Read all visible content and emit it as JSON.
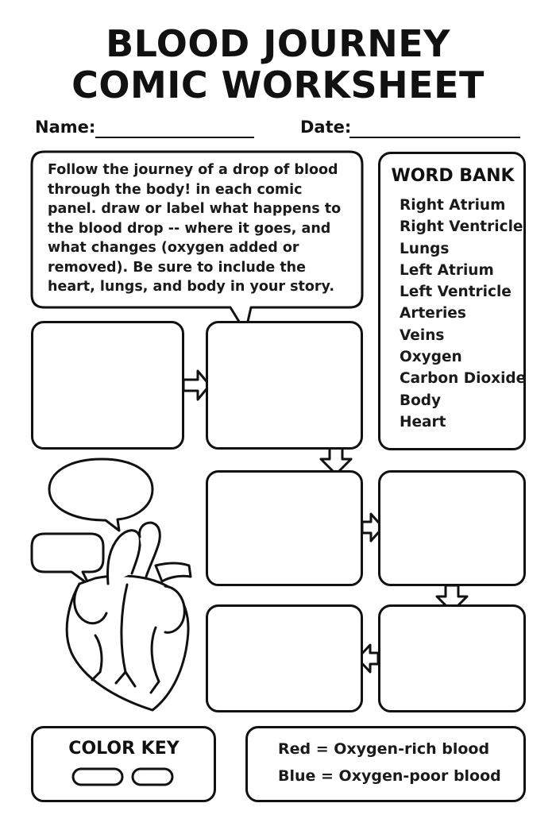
{
  "title": {
    "line1": "BLOOD JOURNEY",
    "line2": "COMIC WORKSHEET"
  },
  "fields": {
    "name_label": "Name:",
    "date_label": "Date:"
  },
  "instructions": "Follow the journey of a drop of blood through the body! in each comic panel. draw or label what happens to the blood drop -- where it goes, and what changes (oxygen added or removed). Be sure to include the heart, lungs, and body in your story.",
  "word_bank": {
    "title": "WORD BANK",
    "words": [
      "Right Atrium",
      "Right Ventricle",
      "Lungs",
      "Left Atrium",
      "Left Ventricle",
      "Arteries",
      "Veins",
      "Oxygen",
      "Carbon Dioxide",
      "Body",
      "Heart"
    ]
  },
  "color_key": {
    "title": "COLOR KEY",
    "red_label": "Red = Oxygen-rich blood",
    "blue_label": "Blue = Oxygen-poor blood"
  },
  "icons": [
    "arrow-right-icon",
    "arrow-down-icon",
    "arrow-left-icon",
    "heart-illustration-icon",
    "speech-bubble-icon"
  ]
}
